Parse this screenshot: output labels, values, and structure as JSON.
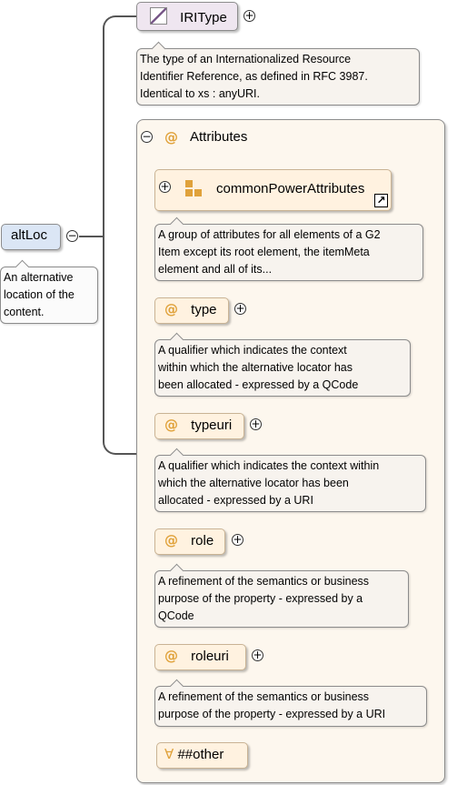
{
  "root": {
    "name": "altLoc",
    "doc": [
      "An alternative",
      "location of the",
      "content."
    ],
    "collapse_symbol": "−"
  },
  "iri_type": {
    "name": "IRIType",
    "expand_symbol": "+",
    "doc": [
      "The type of an Internationalized Resource",
      "Identifier Reference, as defined in RFC 3987.",
      "Identical to xs : anyURI."
    ]
  },
  "attributes": {
    "title": "Attributes",
    "at_symbol": "@",
    "collapse_symbol": "−",
    "group": {
      "name": "commonPowerAttributes",
      "expand_symbol": "+",
      "doc": [
        "A group of attributes for all elements of a G2",
        "Item except its root element, the itemMeta",
        "element and all of its..."
      ]
    },
    "items": [
      {
        "name": "type",
        "doc": [
          "A qualifier which indicates the context",
          "within which the alternative locator has",
          "been allocated - expressed by a QCode"
        ]
      },
      {
        "name": "typeuri",
        "doc": [
          "A qualifier which indicates the context within",
          "which the alternative locator has been",
          "allocated - expressed by a URI"
        ]
      },
      {
        "name": "role",
        "doc": [
          "A refinement of the semantics or business",
          "purpose of the property - expressed by a",
          "QCode"
        ]
      },
      {
        "name": "roleuri",
        "doc": [
          "A refinement of the semantics or business",
          "purpose of the property - expressed by a URI"
        ]
      }
    ],
    "other": {
      "symbol": "∀",
      "name": "##other"
    }
  },
  "colors": {
    "element_fill": "#dbe6f5",
    "type_fill": "#efe6f0",
    "attribute_fill": "#fff2e0",
    "attribute_icon": "#e0a23b",
    "connector": "#555555"
  }
}
